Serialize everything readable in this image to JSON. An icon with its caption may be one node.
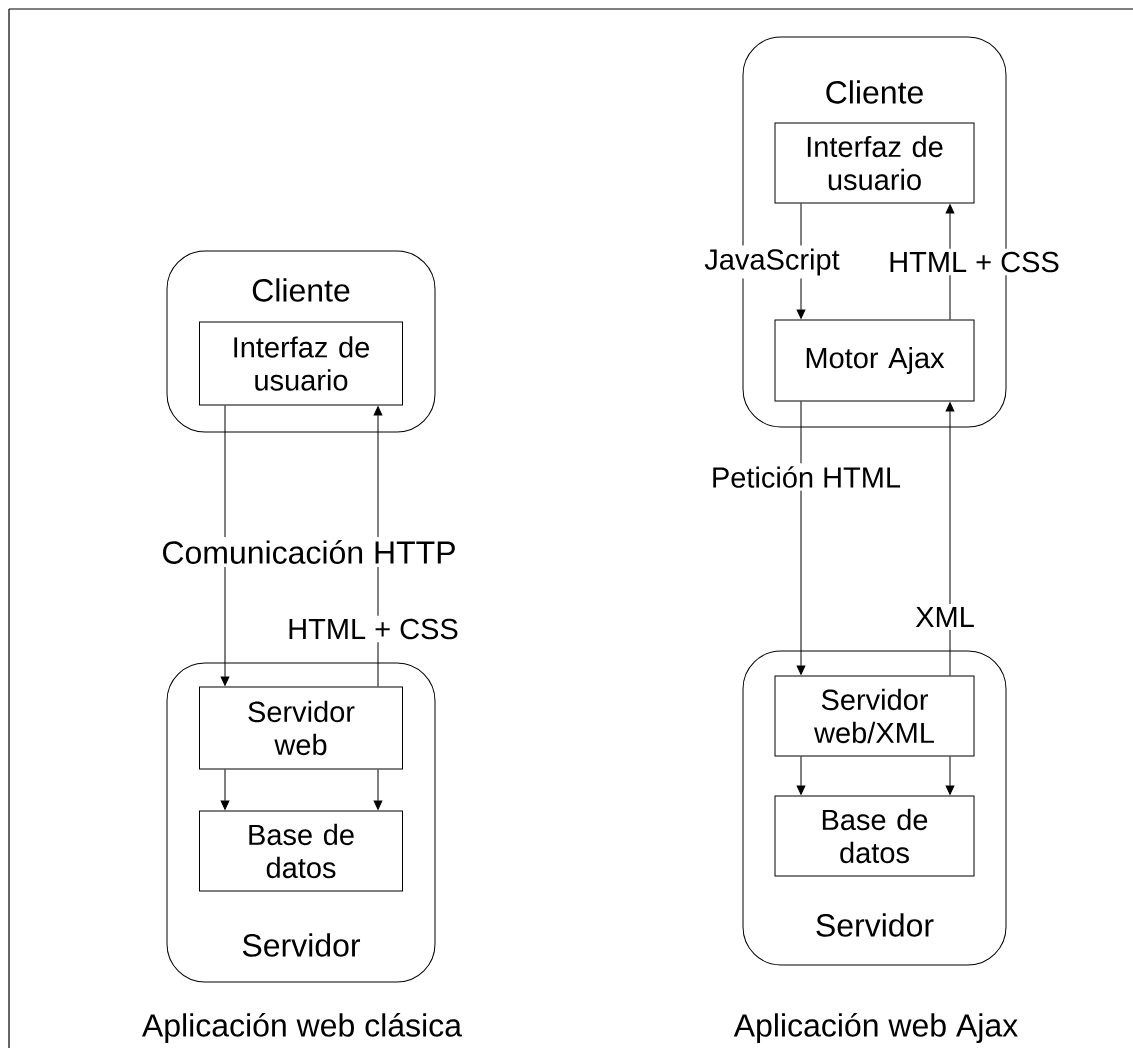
{
  "diagram": {
    "nodes": [
      {
        "text": [
          "Cliente"
        ]
      },
      {
        "text": [
          "Interfaz de usuario"
        ],
        "in": 0
      },
      {
        "text": [
          "Servidor"
        ]
      },
      {
        "text": [
          "Servidor web"
        ],
        "in": 2
      },
      {
        "text": [
          "Base de datos"
        ],
        "in": 2
      },
      {
        "text": [
          "Cliente"
        ]
      },
      {
        "text": [
          "Interfaz de usuario"
        ],
        "in": 5
      },
      {
        "text": [
          "Motor Ajax"
        ],
        "in": 5
      },
      {
        "text": [
          "Servidor"
        ]
      },
      {
        "text": [
          "Servidor web/XML"
        ],
        "in": 8
      },
      {
        "text": [
          "Base de datos"
        ],
        "in": 8
      }
    ],
    "edges": [
      {
        "from": 1,
        "to": 3,
        "arrow": "to"
      },
      {
        "from": 3,
        "to": 1,
        "arrow": "to",
        "label": "HTML + CSS"
      },
      {
        "from": 3,
        "to": 4,
        "arrow": "to"
      },
      {
        "from": 3,
        "to": 4,
        "arrow": "to"
      },
      {
        "from": 6,
        "to": 7,
        "arrow": "to",
        "label": "JavaScript"
      },
      {
        "from": 7,
        "to": 6,
        "arrow": "to",
        "label": "HTML + CSS"
      },
      {
        "from": 7,
        "to": 9,
        "arrow": "to",
        "label": "Petición HTML"
      },
      {
        "from": 9,
        "to": 7,
        "arrow": "to",
        "label": "XML"
      },
      {
        "from": 9,
        "to": 10,
        "arrow": "to"
      },
      {
        "from": 9,
        "to": 10,
        "arrow": "to"
      }
    ],
    "labels": [
      "Comunicación HTTP",
      "Aplicación web clásica",
      "Aplicación web Ajax"
    ]
  }
}
